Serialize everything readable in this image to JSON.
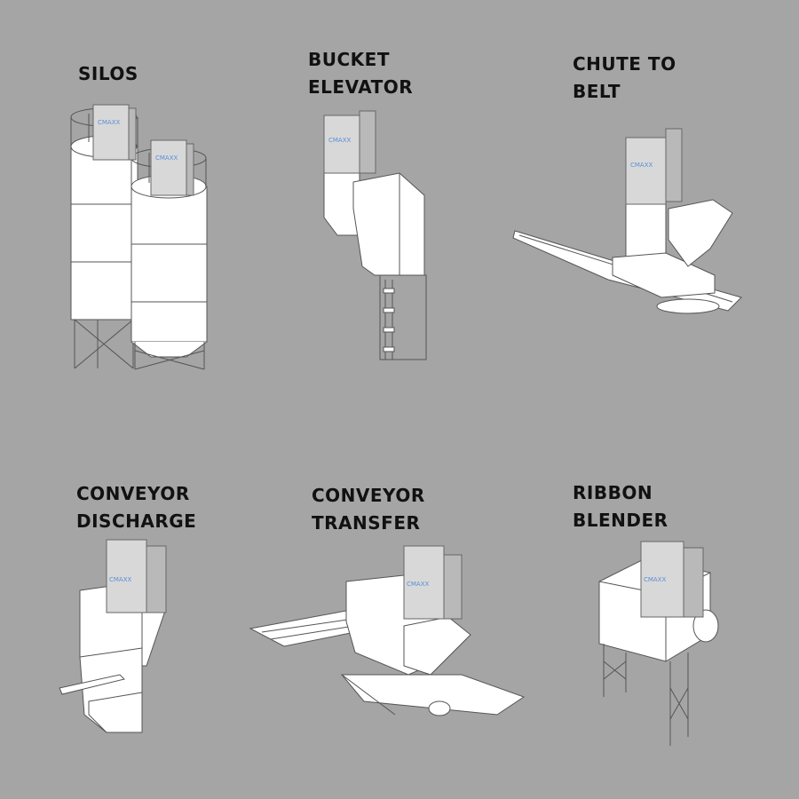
{
  "background": "#a5a5a5",
  "colors": {
    "equipment": "#ffffff",
    "outline": "#555555",
    "collector": "#d8d8d8",
    "collector_dark": "#b9b9b9",
    "brand": "#5b8fd6"
  },
  "brand_text": "CMAXX",
  "panels": [
    {
      "id": "silos",
      "label_lines": [
        "SILOS"
      ]
    },
    {
      "id": "bucket-elevator",
      "label_lines": [
        "BUCKET",
        "ELEVATOR"
      ]
    },
    {
      "id": "chute-to-belt",
      "label_lines": [
        "CHUTE TO",
        "BELT"
      ]
    },
    {
      "id": "conveyor-discharge",
      "label_lines": [
        "CONVEYOR",
        "DISCHARGE"
      ]
    },
    {
      "id": "conveyor-transfer",
      "label_lines": [
        "CONVEYOR",
        "TRANSFER"
      ]
    },
    {
      "id": "ribbon-blender",
      "label_lines": [
        "RIBBON",
        "BLENDER"
      ]
    }
  ]
}
